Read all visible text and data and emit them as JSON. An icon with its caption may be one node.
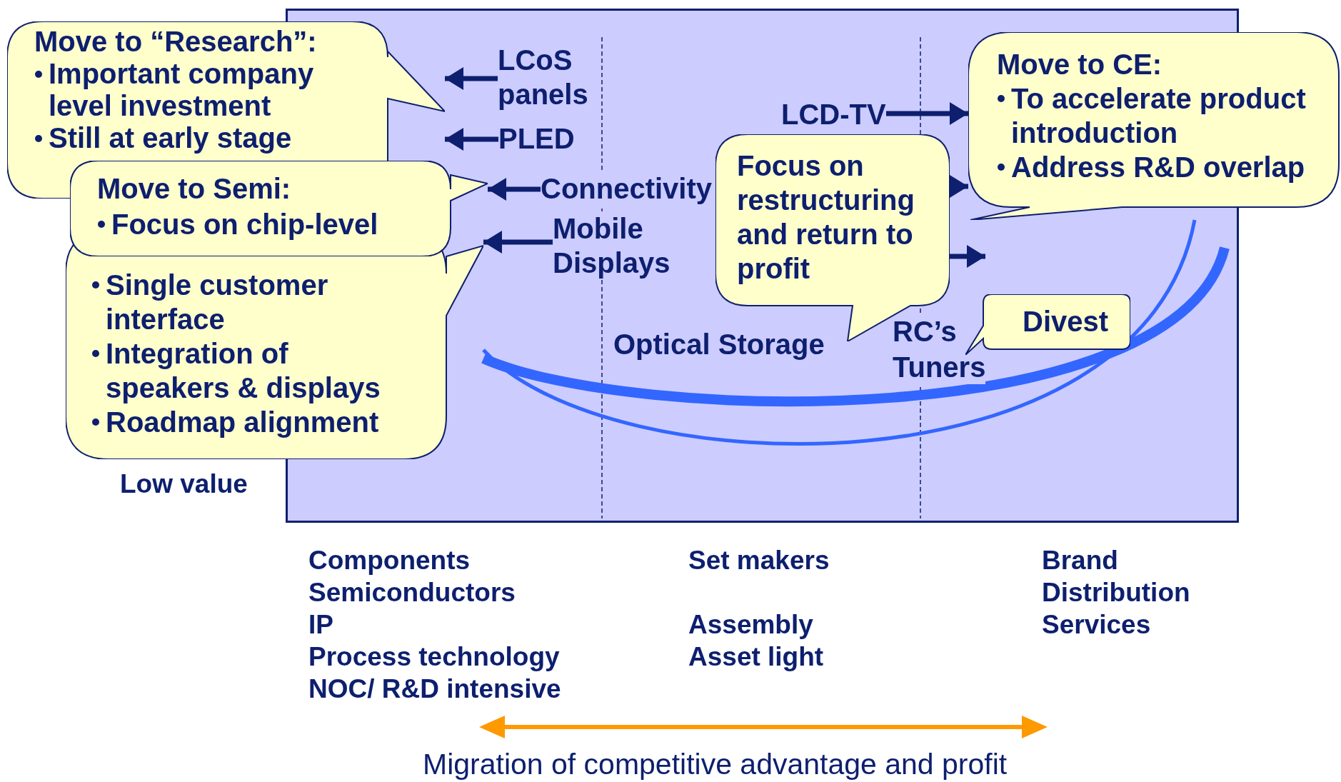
{
  "diagram": {
    "nodes": [
      {
        "text": [
          "Move to “Research”:",
          "Important company level investment",
          "Still at early stage"
        ]
      },
      {
        "text": [
          "LCoS panels"
        ]
      },
      {
        "text": [
          "PLED"
        ]
      },
      {
        "text": [
          "Move to Semi:",
          "Focus on chip-level"
        ]
      },
      {
        "text": [
          "Connectivity"
        ]
      },
      {
        "text": [
          "Single customer interface",
          "Integration of speakers & displays",
          "Roadmap alignment"
        ]
      },
      {
        "text": [
          "Mobile Displays"
        ]
      },
      {
        "text": [
          "LCD-TV"
        ]
      },
      {
        "text": [
          "Move to CE:",
          "To accelerate product introduction",
          "Address R&D overlap"
        ]
      },
      {
        "text": [
          "Focus on restructuring and return to profit"
        ]
      },
      {
        "text": [
          "Optical Storage"
        ]
      },
      {
        "text": [
          "Divest"
        ]
      },
      {
        "text": [
          "RC’s"
        ]
      },
      {
        "text": [
          "Tuners"
        ]
      }
    ],
    "edges": [
      {
        "from": 1,
        "to": 0,
        "arrow": "to"
      },
      {
        "from": 2,
        "to": 0,
        "arrow": "to"
      },
      {
        "from": 4,
        "to": 3,
        "arrow": "to"
      },
      {
        "from": 6,
        "to": 5,
        "arrow": "to"
      },
      {
        "from": 7,
        "to": 8,
        "arrow": "to"
      },
      {
        "from": 9,
        "to": 8,
        "arrow": "to"
      },
      {
        "from": 9,
        "to": null,
        "arrow": "to"
      },
      {
        "from": 5,
        "to": 8,
        "arrow": "none",
        "color": "#3366ff"
      },
      {
        "from": 5,
        "to": null,
        "arrow": "none",
        "color": "#3366ff",
        "style": "thick"
      }
    ],
    "labels": [
      "Low value",
      "Components",
      "Semiconductors",
      "IP",
      "Process technology",
      "NOC/ R&D intensive",
      "Set makers",
      "Assembly",
      "Asset light",
      "Brand",
      "Distribution",
      "Services",
      "Migration of competitive advantage and profit"
    ]
  }
}
